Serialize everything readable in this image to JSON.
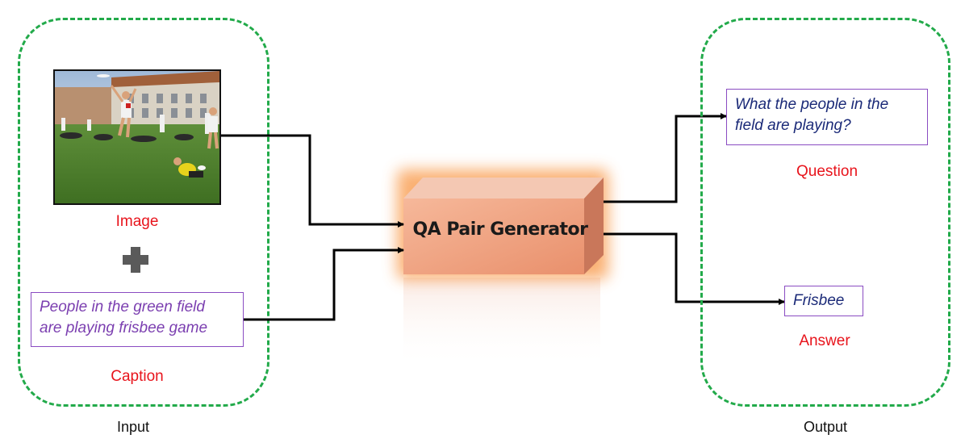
{
  "input": {
    "image_label": "Image",
    "caption_text_line1": "People in the green field",
    "caption_text_line2": "are playing frisbee game",
    "caption_label": "Caption",
    "footer": "Input"
  },
  "generator": {
    "title": "QA Pair Generator"
  },
  "output": {
    "question_line1": "What the people in the",
    "question_line2": "field are playing?",
    "question_label": "Question",
    "answer_text": "Frisbee",
    "answer_label": "Answer",
    "footer": "Output"
  },
  "colors": {
    "panel_border": "#22aa4a",
    "label_red": "#e8141c",
    "caption_purple": "#7b3fb0",
    "output_navy": "#1b2a78",
    "box_fill": "#f2a98a"
  }
}
